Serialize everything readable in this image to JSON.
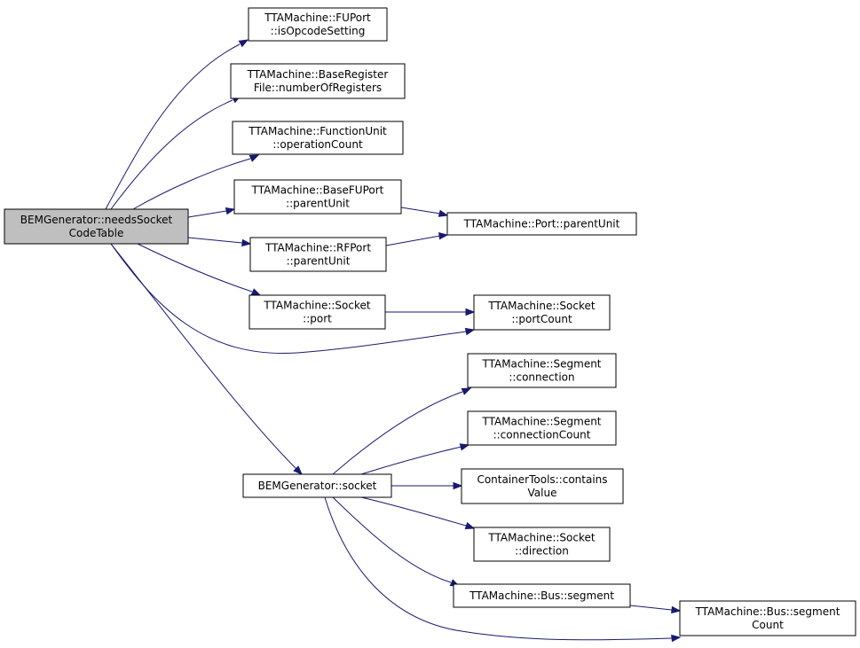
{
  "colors": {
    "root_fill": "#bfbfbf",
    "node_fill": "#ffffff",
    "node_border": "#000000",
    "highlight_border": "#ff0000",
    "edge": "#191970"
  },
  "nodes": [
    {
      "id": "needs_socket",
      "lines": [
        "BEMGenerator::needsSocket",
        "CodeTable"
      ],
      "style": "root"
    },
    {
      "id": "fuport_isopcode",
      "lines": [
        "TTAMachine::FUPort",
        "::isOpcodeSetting"
      ],
      "style": "normal"
    },
    {
      "id": "baseregfile_num",
      "lines": [
        "TTAMachine::BaseRegister",
        "File::numberOfRegisters"
      ],
      "style": "normal"
    },
    {
      "id": "funit_opcount",
      "lines": [
        "TTAMachine::FunctionUnit",
        "::operationCount"
      ],
      "style": "normal"
    },
    {
      "id": "basefuport_parent",
      "lines": [
        "TTAMachine::BaseFUPort",
        "::parentUnit"
      ],
      "style": "normal"
    },
    {
      "id": "rfport_parent",
      "lines": [
        "TTAMachine::RFPort",
        "::parentUnit"
      ],
      "style": "normal"
    },
    {
      "id": "port_parent",
      "lines": [
        "TTAMachine::Port::parentUnit"
      ],
      "style": "normal"
    },
    {
      "id": "socket_port",
      "lines": [
        "TTAMachine::Socket",
        "::port"
      ],
      "style": "normal"
    },
    {
      "id": "socket_portcount",
      "lines": [
        "TTAMachine::Socket",
        "::portCount"
      ],
      "style": "normal"
    },
    {
      "id": "bem_socket",
      "lines": [
        "BEMGenerator::socket"
      ],
      "style": "normal"
    },
    {
      "id": "segment_connection",
      "lines": [
        "TTAMachine::Segment",
        "::connection"
      ],
      "style": "normal"
    },
    {
      "id": "segment_conncount",
      "lines": [
        "TTAMachine::Segment",
        "::connectionCount"
      ],
      "style": "normal"
    },
    {
      "id": "containertools_contains",
      "lines": [
        "ContainerTools::contains",
        "Value"
      ],
      "style": "normal"
    },
    {
      "id": "socket_direction",
      "lines": [
        "TTAMachine::Socket",
        "::direction"
      ],
      "style": "normal"
    },
    {
      "id": "bus_segment",
      "lines": [
        "TTAMachine::Bus::segment"
      ],
      "style": "highlight"
    },
    {
      "id": "bus_segmentcount",
      "lines": [
        "TTAMachine::Bus::segment",
        "Count"
      ],
      "style": "normal"
    }
  ],
  "edges": [
    {
      "from": "needs_socket",
      "to": "fuport_isopcode"
    },
    {
      "from": "needs_socket",
      "to": "baseregfile_num"
    },
    {
      "from": "needs_socket",
      "to": "funit_opcount"
    },
    {
      "from": "needs_socket",
      "to": "basefuport_parent"
    },
    {
      "from": "needs_socket",
      "to": "rfport_parent"
    },
    {
      "from": "needs_socket",
      "to": "socket_port"
    },
    {
      "from": "needs_socket",
      "to": "socket_portcount"
    },
    {
      "from": "needs_socket",
      "to": "bem_socket"
    },
    {
      "from": "basefuport_parent",
      "to": "port_parent"
    },
    {
      "from": "rfport_parent",
      "to": "port_parent"
    },
    {
      "from": "socket_port",
      "to": "socket_portcount"
    },
    {
      "from": "bem_socket",
      "to": "segment_connection"
    },
    {
      "from": "bem_socket",
      "to": "segment_conncount"
    },
    {
      "from": "bem_socket",
      "to": "containertools_contains"
    },
    {
      "from": "bem_socket",
      "to": "socket_direction"
    },
    {
      "from": "bem_socket",
      "to": "bus_segment"
    },
    {
      "from": "bem_socket",
      "to": "bus_segmentcount"
    },
    {
      "from": "bus_segment",
      "to": "bus_segmentcount"
    }
  ]
}
